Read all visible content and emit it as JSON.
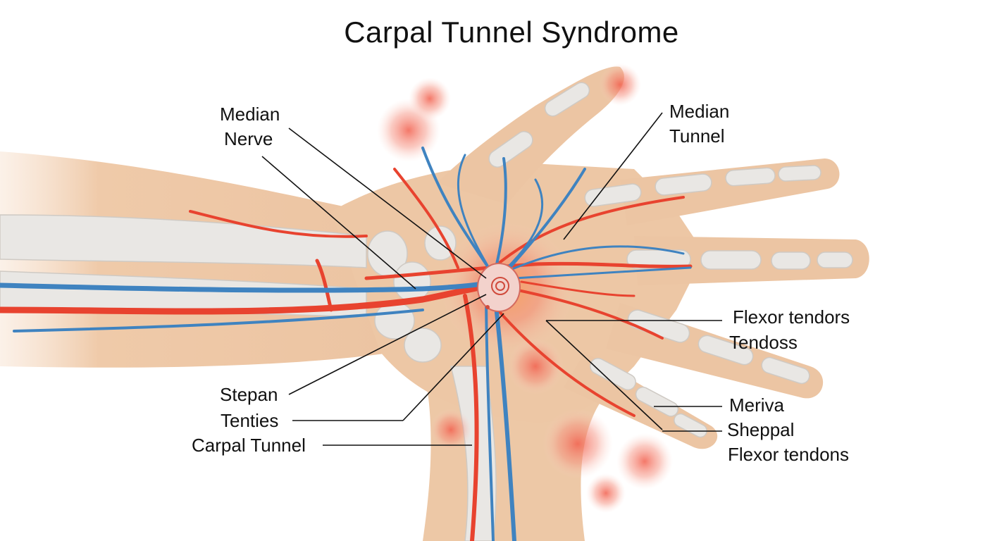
{
  "title": "Carpal Tunnel Syndrome",
  "labels": {
    "median_nerve": [
      "Median",
      "Nerve"
    ],
    "median_tunnel": [
      "Median",
      "Tunnel"
    ],
    "flexor_tendors": [
      "Flexor tendors",
      "Tendoss"
    ],
    "stepan": "Stepan",
    "tenties": "Tenties",
    "carpal_tunnel": "Carpal Tunnel",
    "meriva": "Meriva",
    "sheppal": "Sheppal",
    "flexor_tendons": "Flexor tendons"
  },
  "colors": {
    "skin": "#edc9a8",
    "bone": "#e9e7e4",
    "artery": "#e8432f",
    "vein": "#3f83c0",
    "inflammation": "#f26a5a",
    "leader": "#111111"
  }
}
